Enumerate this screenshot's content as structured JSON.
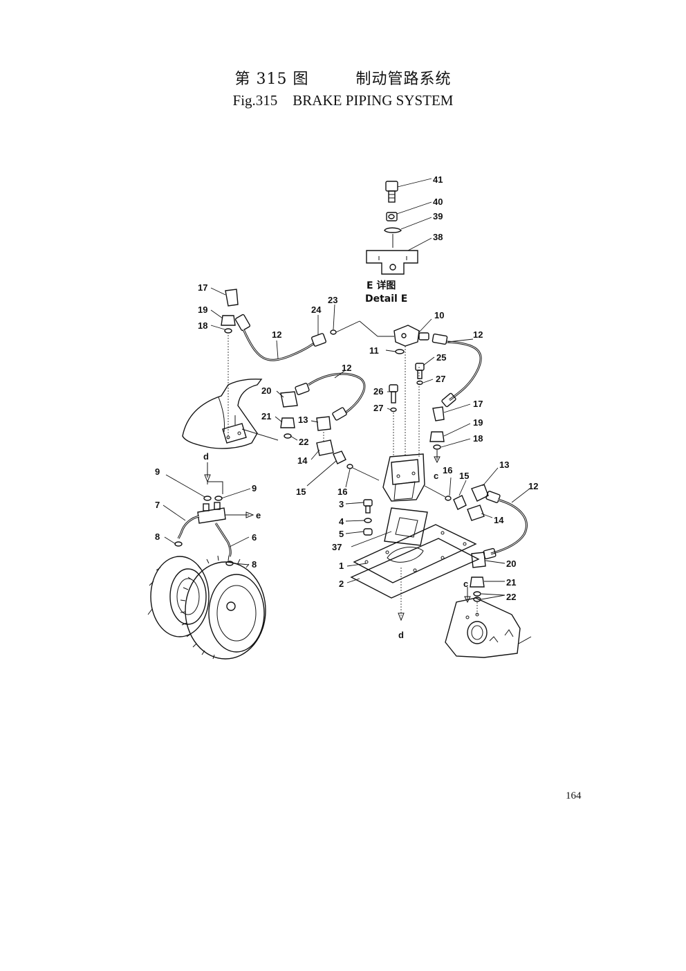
{
  "header": {
    "fig_cn": "第 315 图",
    "title_cn": "制动管路系统",
    "fig_en": "Fig.315",
    "title_en": "BRAKE PIPING SYSTEM"
  },
  "detail": {
    "label_cn": "E 详图",
    "label_en": "Detail E"
  },
  "callouts": {
    "c41": "41",
    "c40": "40",
    "c39": "39",
    "c38": "38",
    "c17a": "17",
    "c19a": "19",
    "c18a": "18",
    "c24": "24",
    "c23": "23",
    "c12a": "12",
    "c10": "10",
    "c12b": "12",
    "c11": "11",
    "c25": "25",
    "c27a": "27",
    "c12c": "12",
    "c20a": "20",
    "c26": "26",
    "c27b": "27",
    "c21a": "21",
    "c13a": "13",
    "c22a": "22",
    "c14a": "14",
    "c15a": "15",
    "c16a": "16",
    "c17b": "17",
    "c19b": "19",
    "c18b": "18",
    "c16b": "16",
    "c15b": "15",
    "c13b": "13",
    "c12d": "12",
    "c14b": "14",
    "c3": "3",
    "c4": "4",
    "c5": "5",
    "c37": "37",
    "c1": "1",
    "c2": "2",
    "c20b": "20",
    "c21b": "21",
    "c22b": "22",
    "c9a": "9",
    "c9b": "9",
    "c7": "7",
    "c8a": "8",
    "c6": "6",
    "c8b": "8"
  },
  "arrows": {
    "d_top": "d",
    "d_bottom": "d",
    "e_right": "e",
    "c_upper": "c",
    "c_lower": "c"
  },
  "page_number": "164"
}
